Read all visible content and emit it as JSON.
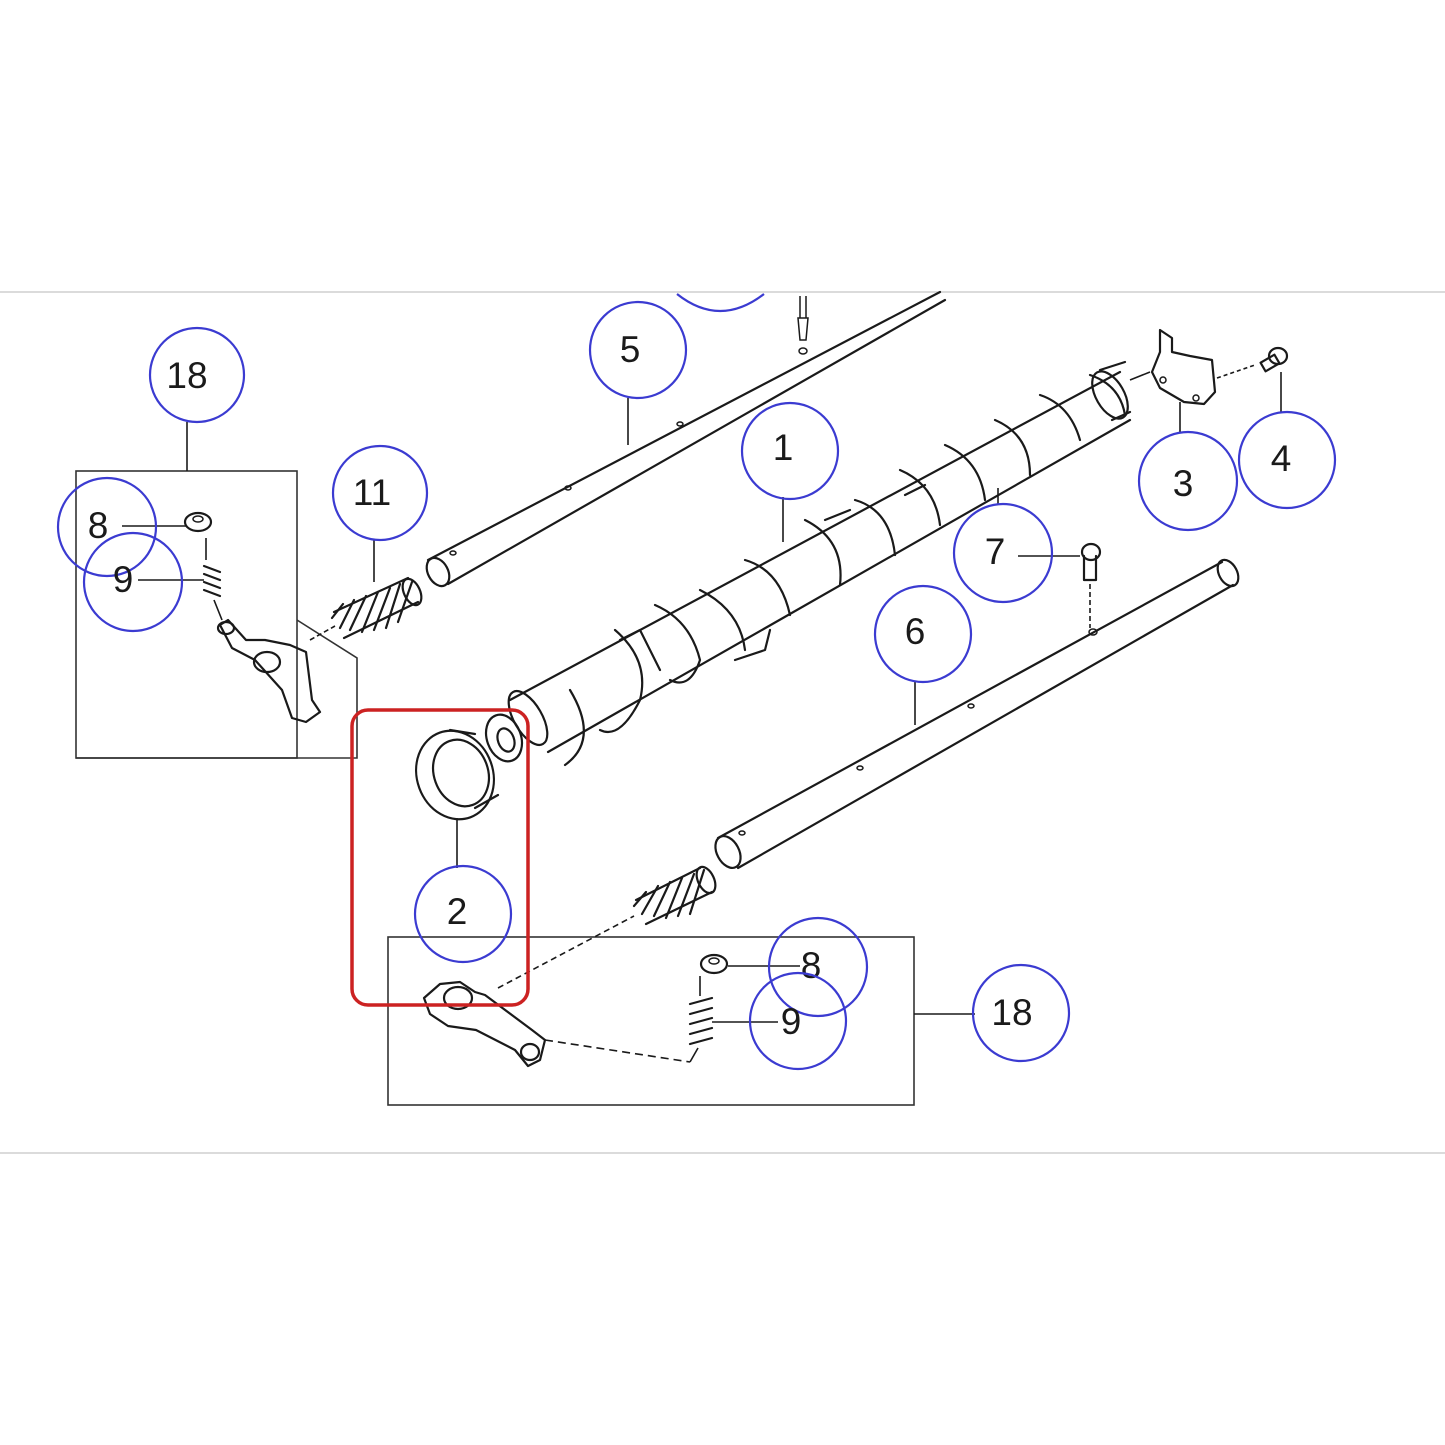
{
  "colors": {
    "callout": "#3b3bd1",
    "highlight": "#cc2222",
    "line": "#1a1a1a"
  },
  "callouts": [
    {
      "id": "c18a",
      "label": "18"
    },
    {
      "id": "c5",
      "label": "5"
    },
    {
      "id": "c1",
      "label": "1"
    },
    {
      "id": "c11",
      "label": "11"
    },
    {
      "id": "c3",
      "label": "3"
    },
    {
      "id": "c4",
      "label": "4"
    },
    {
      "id": "c8a",
      "label": "8"
    },
    {
      "id": "c9a",
      "label": "9"
    },
    {
      "id": "c7",
      "label": "7"
    },
    {
      "id": "c6",
      "label": "6"
    },
    {
      "id": "c2",
      "label": "2"
    },
    {
      "id": "c8b",
      "label": "8"
    },
    {
      "id": "c9b",
      "label": "9"
    },
    {
      "id": "c18b",
      "label": "18"
    }
  ]
}
